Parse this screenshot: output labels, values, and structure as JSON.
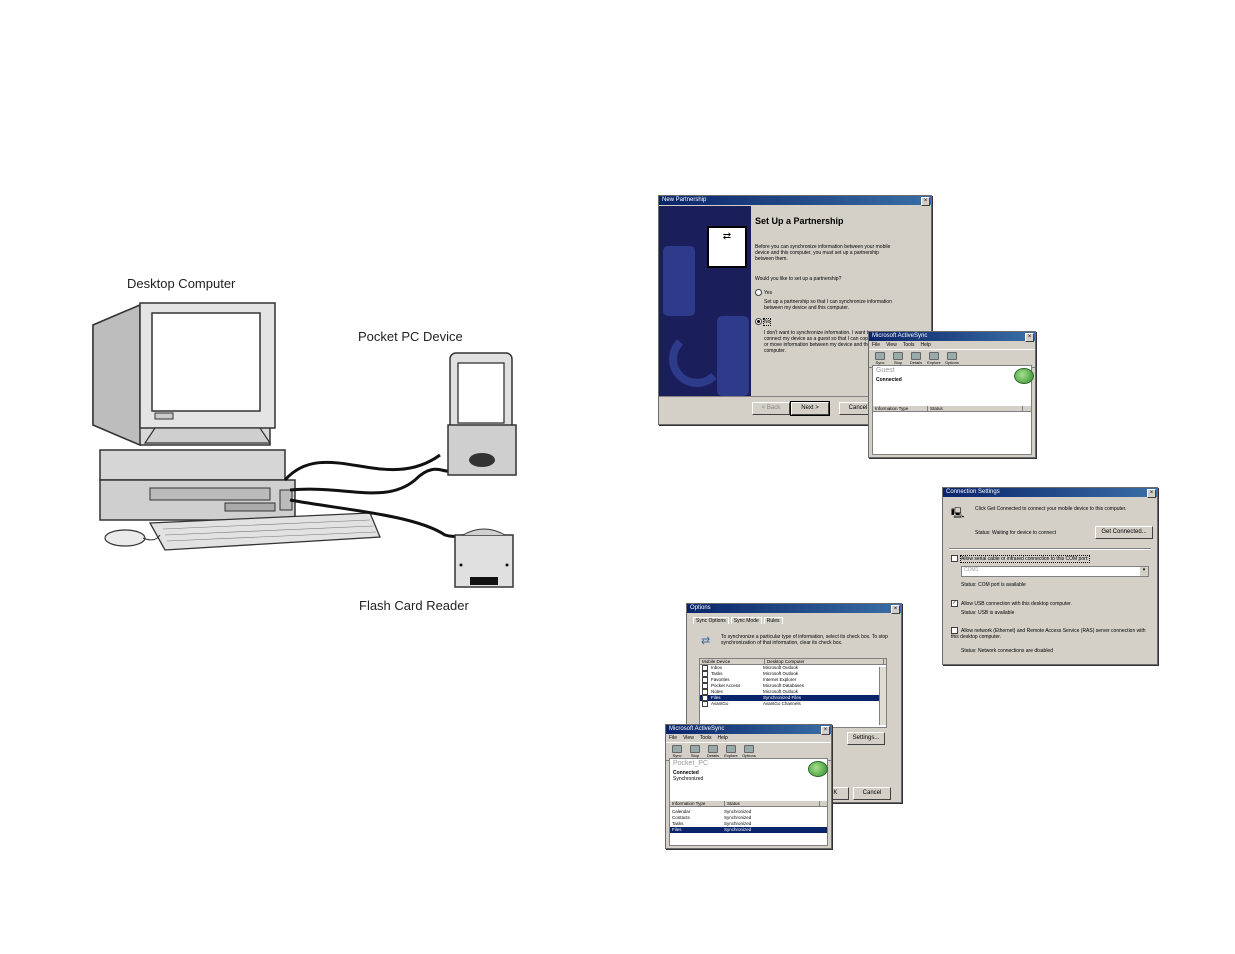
{
  "diagram": {
    "desktop_label": "Desktop Computer",
    "pocketpc_label": "Pocket PC Device",
    "reader_label": "Flash Card Reader"
  },
  "new_partnership": {
    "title": "New Partnership",
    "heading": "Set Up a Partnership",
    "intro": "Before you can synchronize information between your mobile device and this computer, you must set up a partnership between them.",
    "question": "Would you like to set up a partnership?",
    "yes_label": "Yes",
    "yes_desc": "Set up a partnership so that I can synchronize information between my device and this computer.",
    "no_label": "No",
    "no_desc": "I don't want to synchronize information. I want to connect my device as a guest so that I can copy or move information between my device and this computer.",
    "back_label": "< Back",
    "next_label": "Next >",
    "cancel_label": "Cancel"
  },
  "activesync_guest": {
    "title": "Microsoft ActiveSync",
    "menu": [
      "File",
      "View",
      "Tools",
      "Help"
    ],
    "toolbar": [
      "Sync",
      "Stop",
      "Details",
      "Explore",
      "Options"
    ],
    "device_name": "Guest",
    "status": "Connected",
    "col_type": "Information Type",
    "col_status": "Status"
  },
  "connection_settings": {
    "title": "Connection Settings",
    "intro": "Click Get Connected to connect your mobile device to this computer.",
    "status_waiting": "Status:  Waiting for device to connect",
    "get_connected_label": "Get Connected...",
    "serial_label": "Allow serial cable or infrared connection to this COM port:",
    "com_select": "COM1",
    "serial_status": "Status:    COM port is available",
    "usb_label": "Allow USB connection with this desktop computer.",
    "usb_status": "Status:    USB is available",
    "network_label": "Allow network (Ethernet) and Remote Access Service (RAS) server connection with this desktop computer.",
    "network_status": "Status:    Network connections are disabled"
  },
  "options": {
    "title": "Options",
    "tabs": [
      "Sync Options",
      "Sync Mode",
      "Rules"
    ],
    "intro": "To synchronize a particular type of information, select its check box. To stop synchronization of that information, clear its check box.",
    "col_device": "Mobile Device",
    "col_desktop": "Desktop Computer",
    "rows": [
      {
        "device": "Inbox",
        "desktop": "Microsoft Outlook"
      },
      {
        "device": "Tasks",
        "desktop": "Microsoft Outlook"
      },
      {
        "device": "Favorites",
        "desktop": "Internet Explorer"
      },
      {
        "device": "Pocket Access",
        "desktop": "Microsoft Databases"
      },
      {
        "device": "Notes",
        "desktop": "Microsoft Outlook"
      },
      {
        "device": "Files",
        "desktop": "Synchronized Files"
      },
      {
        "device": "AvantGo",
        "desktop": "AvantGo Channels"
      }
    ],
    "settings_label": "Settings...",
    "ok_label": "OK",
    "cancel_label": "Cancel"
  },
  "activesync_pocket": {
    "title": "Microsoft ActiveSync",
    "menu": [
      "File",
      "View",
      "Tools",
      "Help"
    ],
    "toolbar": [
      "Sync",
      "Stop",
      "Details",
      "Explore",
      "Options"
    ],
    "device_name": "Pocket_PC",
    "status": "Connected",
    "sub_status": "Synchronized",
    "col_type": "Information Type",
    "col_status": "Status",
    "rows": [
      {
        "type": "Calendar",
        "status": "Synchronized"
      },
      {
        "type": "Contacts",
        "status": "Synchronized"
      },
      {
        "type": "Tasks",
        "status": "Synchronized"
      },
      {
        "type": "Files",
        "status": "Synchronized"
      }
    ]
  }
}
